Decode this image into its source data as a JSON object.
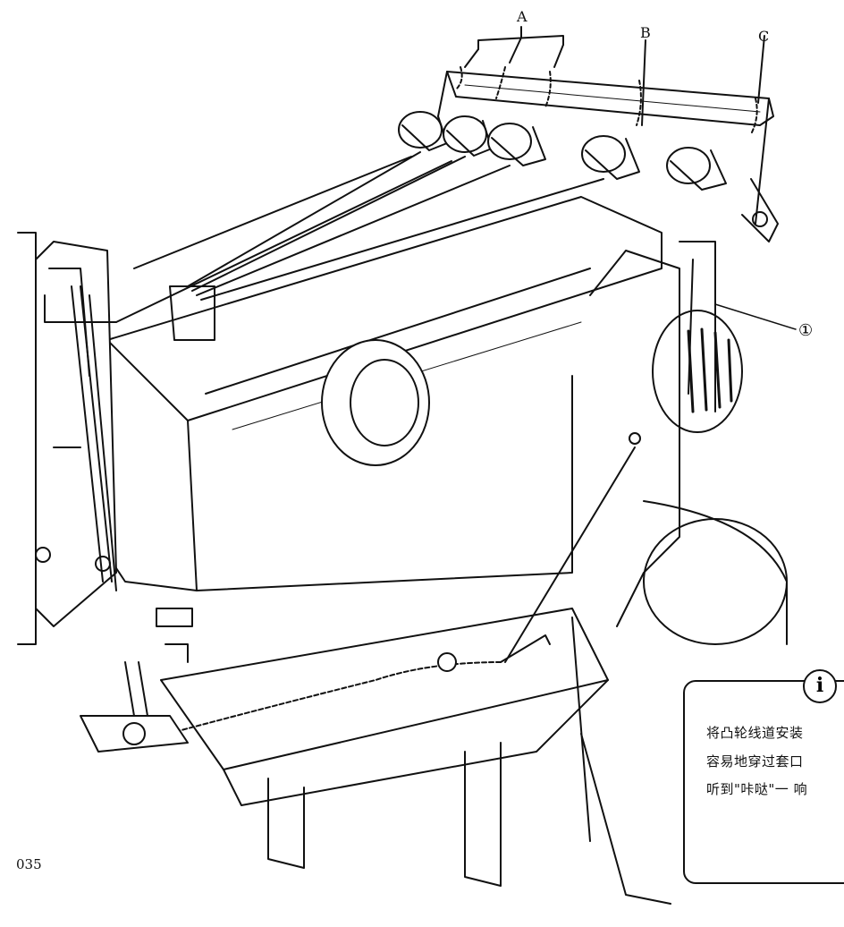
{
  "labels": {
    "A": "A",
    "B": "B",
    "C": "C",
    "callout_1": "①"
  },
  "note": {
    "icon": "info-icon",
    "lines": [
      "将凸轮线道安装",
      "容易地穿过套口",
      "听到\"咔哒\"一 响"
    ]
  },
  "page_number": "035"
}
